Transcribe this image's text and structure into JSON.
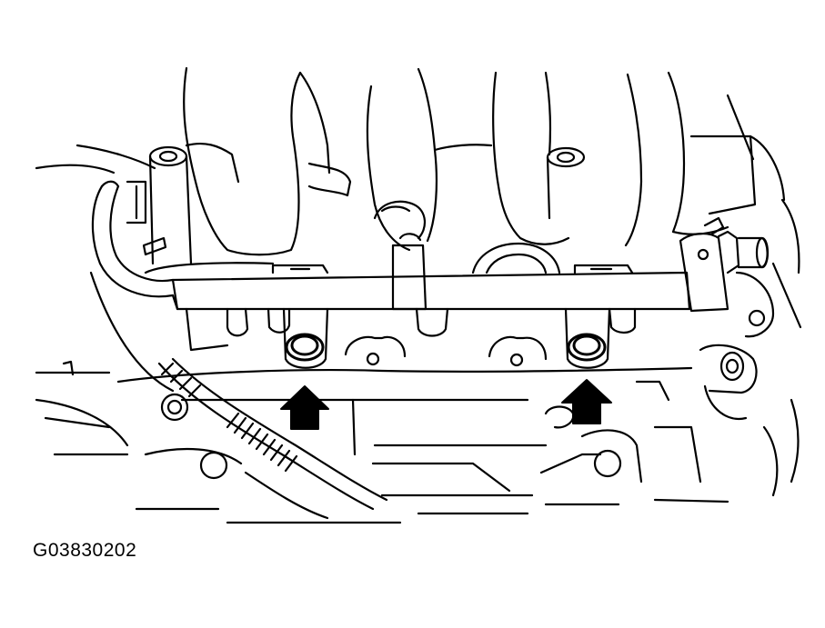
{
  "figure": {
    "code": "G03830202"
  },
  "colors": {
    "line": "#000000",
    "background": "#ffffff",
    "arrow_fill": "#000000"
  },
  "callouts": [
    {
      "name": "arrow-left-bolt",
      "icon": "up-arrow"
    },
    {
      "name": "arrow-right-bolt",
      "icon": "up-arrow"
    }
  ]
}
